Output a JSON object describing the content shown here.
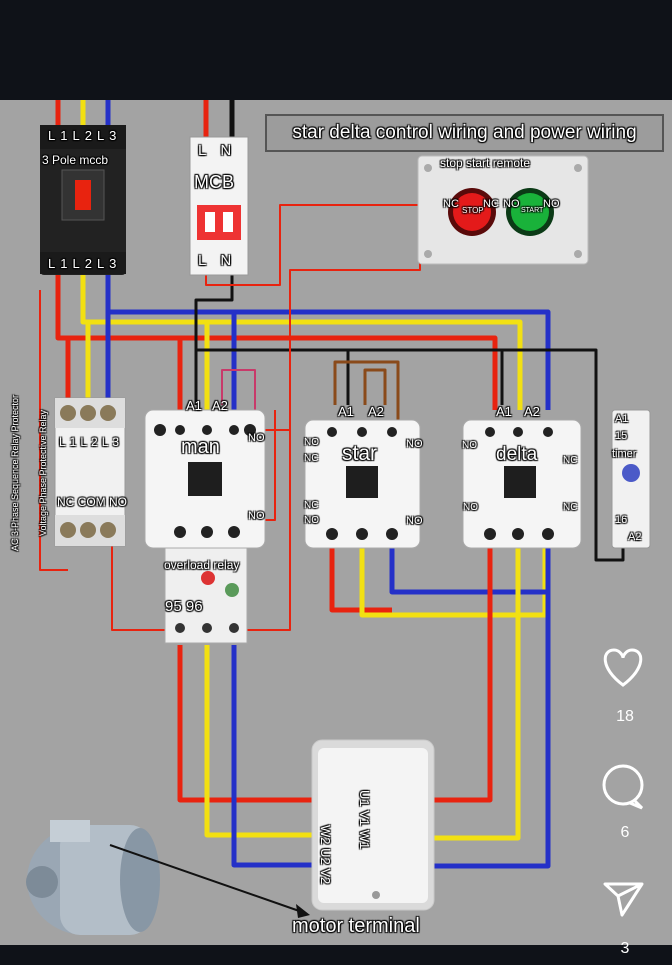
{
  "title": "star delta control wiring and power wiring",
  "mccb": {
    "label": "3 Pole mccb",
    "top_terminals": [
      "L1",
      "L2",
      "L3"
    ],
    "bottom_terminals": [
      "L1",
      "L2",
      "L3"
    ]
  },
  "mcb": {
    "label": "MCB",
    "top_terminals": [
      "L",
      "N"
    ],
    "bottom_terminals": [
      "L",
      "N"
    ]
  },
  "remote": {
    "label": "stop start remote",
    "stop_text": "STOP",
    "start_text": "START",
    "nc1": "NC",
    "nc2": "NC",
    "no1": "NO",
    "no2": "NO"
  },
  "protector": {
    "vertical_label_1": "AC 3-Phase Sequence Relay Protector",
    "vertical_label_2": "Voltage Phase Protective Relay",
    "terminals": [
      "L1",
      "L2",
      "L3"
    ],
    "contacts": "NC COM NO"
  },
  "contactors": {
    "main": {
      "label": "man",
      "a1": "A1",
      "a2": "A2",
      "no_top": "NO",
      "no_bottom": "NO"
    },
    "star": {
      "label": "star",
      "a1": "A1",
      "a2": "A2",
      "no": "NO",
      "nc": "NC",
      "nc2": "NC",
      "no2": "NO",
      "no3": "NO",
      "no4": "NO"
    },
    "delta": {
      "label": "delta",
      "a1": "A1",
      "a2": "A2",
      "no": "NO",
      "nc": "NC",
      "nc2": "NC",
      "no2": "NO"
    }
  },
  "overload": {
    "label": "overload relay",
    "contacts": "95 96"
  },
  "timer": {
    "label": "timer",
    "terminals": [
      "A1",
      "15",
      "16",
      "A2"
    ]
  },
  "motor_terminal": {
    "label": "motor terminal",
    "top_row": [
      "W2",
      "U2",
      "V2"
    ],
    "bottom_row": [
      "U1",
      "V1",
      "W1"
    ]
  },
  "social": {
    "likes": "18",
    "comments": "6",
    "shares": "3"
  },
  "colors": {
    "red": "#e8230f",
    "yellow": "#f2e012",
    "blue": "#2430c8",
    "black": "#111111",
    "brown": "#8a4a1a"
  }
}
